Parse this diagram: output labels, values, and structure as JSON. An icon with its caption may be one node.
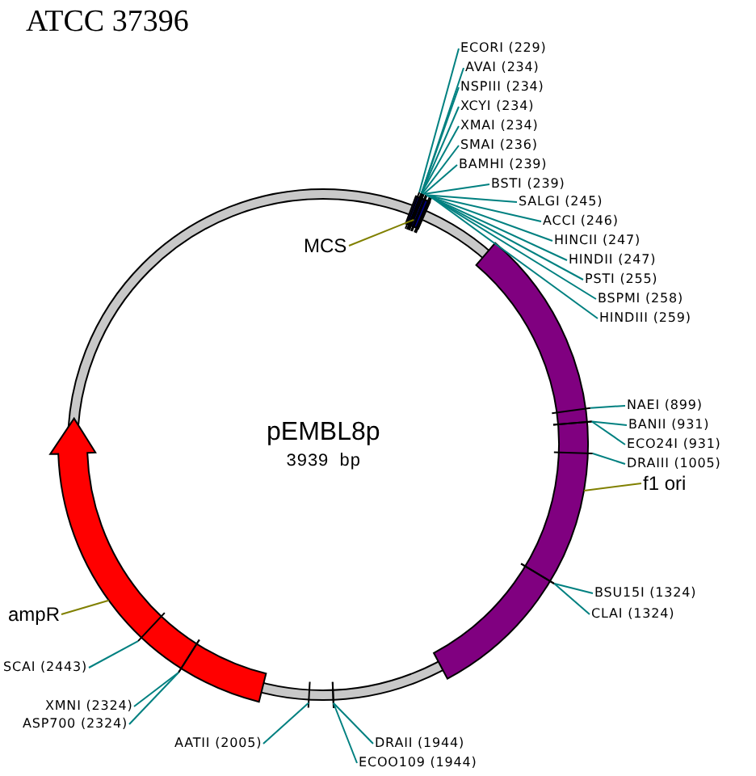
{
  "diagram": {
    "title": "ATCC 37396",
    "nodes": [
      {
        "text": [],
        "shape": "bar"
      },
      {
        "text": [],
        "shape": "bar"
      },
      {
        "text": [],
        "shape": "arrow"
      },
      {
        "text": [
          "MCS"
        ]
      },
      {
        "text": [
          "f1 ori"
        ]
      },
      {
        "text": [
          "ampR"
        ]
      },
      {
        "text": [
          "ECORI (229)"
        ]
      },
      {
        "text": [
          "AVAI (234)"
        ]
      },
      {
        "text": [
          "NSPIII (234)"
        ]
      },
      {
        "text": [
          "XCYI (234)"
        ]
      },
      {
        "text": [
          "XMAI (234)"
        ]
      },
      {
        "text": [
          "SMAI (236)"
        ]
      },
      {
        "text": [
          "BAMHI (239)"
        ]
      },
      {
        "text": [
          "BSTI (239)"
        ]
      },
      {
        "text": [
          "SALGI (245)"
        ]
      },
      {
        "text": [
          "ACCI (246)"
        ]
      },
      {
        "text": [
          "HINCII (247)"
        ]
      },
      {
        "text": [
          "HINDII (247)"
        ]
      },
      {
        "text": [
          "PSTI (255)"
        ]
      },
      {
        "text": [
          "BSPMI (258)"
        ]
      },
      {
        "text": [
          "HINDIII (259)"
        ]
      },
      {
        "text": [
          "NAEI (899)"
        ]
      },
      {
        "text": [
          "BANII (931)"
        ]
      },
      {
        "text": [
          "ECO24I (931)"
        ]
      },
      {
        "text": [
          "DRAIII (1005)"
        ]
      },
      {
        "text": [
          "BSU15I (1324)"
        ]
      },
      {
        "text": [
          "CLAI (1324)"
        ]
      },
      {
        "text": [
          "SCAI (2443)"
        ]
      },
      {
        "text": [
          "XMNI (2324)"
        ]
      },
      {
        "text": [
          "ASP700 (2324)"
        ]
      },
      {
        "text": [
          "AATII (2005)"
        ]
      },
      {
        "text": [
          "DRAII (1944)"
        ]
      },
      {
        "text": [
          "ECOO109 (1944)"
        ]
      }
    ],
    "edges": [
      {
        "from": 3,
        "to": 0,
        "arrow": "none",
        "color": "#808000"
      },
      {
        "from": 4,
        "to": 1,
        "arrow": "none",
        "color": "#808000"
      },
      {
        "from": 5,
        "to": 2,
        "arrow": "none",
        "color": "#808000"
      },
      {
        "from": 6,
        "to": 0,
        "arrow": "none"
      },
      {
        "from": 7,
        "to": 0,
        "arrow": "none"
      },
      {
        "from": 8,
        "to": 0,
        "arrow": "none"
      },
      {
        "from": 9,
        "to": 0,
        "arrow": "none"
      },
      {
        "from": 10,
        "to": 0,
        "arrow": "none"
      },
      {
        "from": 11,
        "to": 0,
        "arrow": "none"
      },
      {
        "from": 12,
        "to": 0,
        "arrow": "none"
      },
      {
        "from": 13,
        "to": 0,
        "arrow": "none"
      },
      {
        "from": 14,
        "to": 0,
        "arrow": "none"
      },
      {
        "from": 15,
        "to": 0,
        "arrow": "none"
      },
      {
        "from": 16,
        "to": 0,
        "arrow": "none"
      },
      {
        "from": 17,
        "to": 0,
        "arrow": "none"
      },
      {
        "from": 18,
        "to": 0,
        "arrow": "none"
      },
      {
        "from": 19,
        "to": 0,
        "arrow": "none"
      },
      {
        "from": 20,
        "to": 0,
        "arrow": "none"
      },
      {
        "from": 21,
        "to": 1,
        "arrow": "none"
      },
      {
        "from": 22,
        "to": 1,
        "arrow": "none"
      },
      {
        "from": 23,
        "to": 1,
        "arrow": "none"
      },
      {
        "from": 24,
        "to": 1,
        "arrow": "none"
      },
      {
        "from": 25,
        "to": 1,
        "arrow": "none"
      },
      {
        "from": 26,
        "to": 1,
        "arrow": "none"
      },
      {
        "from": 27,
        "to": 2,
        "arrow": "none"
      },
      {
        "from": 28,
        "to": 2,
        "arrow": "none"
      },
      {
        "from": 29,
        "to": 2,
        "arrow": "none"
      },
      {
        "from": 30,
        "to": null,
        "arrow": "none"
      },
      {
        "from": 31,
        "to": null,
        "arrow": "none"
      },
      {
        "from": 32,
        "to": null,
        "arrow": "none"
      }
    ],
    "labels": [
      "pEMBL8p",
      "3939 bp"
    ]
  }
}
